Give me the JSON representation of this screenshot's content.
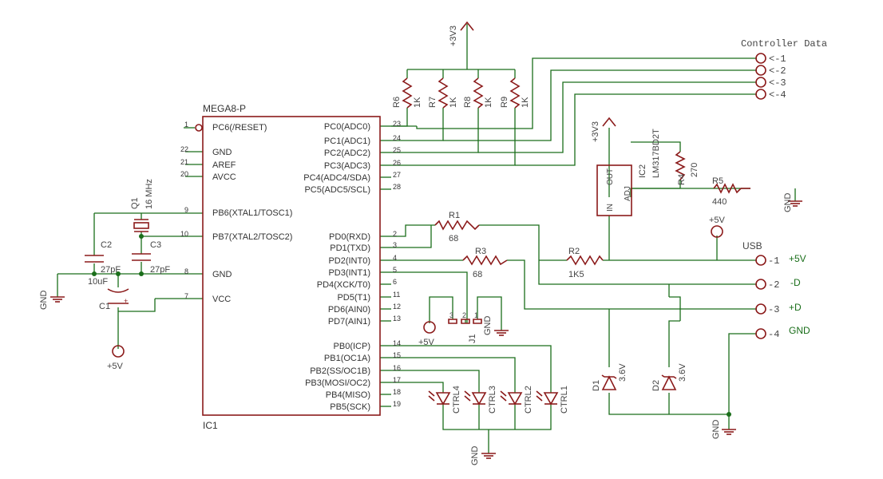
{
  "ic1": {
    "part": "MEGA8-P",
    "name": "IC1",
    "pins_left": [
      {
        "num": "1",
        "name": "PC6(/RESET)"
      },
      {
        "num": "22",
        "name": "GND"
      },
      {
        "num": "21",
        "name": "AREF"
      },
      {
        "num": "20",
        "name": "AVCC"
      },
      {
        "num": "9",
        "name": "PB6(XTAL1/TOSC1)"
      },
      {
        "num": "10",
        "name": "PB7(XTAL2/TOSC2)"
      },
      {
        "num": "8",
        "name": "GND"
      },
      {
        "num": "7",
        "name": "VCC"
      }
    ],
    "pins_right": [
      {
        "num": "23",
        "name": "PC0(ADC0)"
      },
      {
        "num": "24",
        "name": "PC1(ADC1)"
      },
      {
        "num": "25",
        "name": "PC2(ADC2)"
      },
      {
        "num": "26",
        "name": "PC3(ADC3)"
      },
      {
        "num": "27",
        "name": "PC4(ADC4/SDA)"
      },
      {
        "num": "28",
        "name": "PC5(ADC5/SCL)"
      },
      {
        "num": "2",
        "name": "PD0(RXD)"
      },
      {
        "num": "3",
        "name": "PD1(TXD)"
      },
      {
        "num": "4",
        "name": "PD2(INT0)"
      },
      {
        "num": "5",
        "name": "PD3(INT1)"
      },
      {
        "num": "6",
        "name": "PD4(XCK/T0)"
      },
      {
        "num": "11",
        "name": "PD5(T1)"
      },
      {
        "num": "12",
        "name": "PD6(AIN0)"
      },
      {
        "num": "13",
        "name": "PD7(AIN1)"
      },
      {
        "num": "14",
        "name": "PB0(ICP)"
      },
      {
        "num": "15",
        "name": "PB1(OC1A)"
      },
      {
        "num": "16",
        "name": "PB2(SS/OC1B)"
      },
      {
        "num": "17",
        "name": "PB3(MOSI/OC2)"
      },
      {
        "num": "18",
        "name": "PB4(MISO)"
      },
      {
        "num": "19",
        "name": "PB5(SCK)"
      }
    ]
  },
  "pullups": {
    "supply": "+3V3",
    "resistors": [
      {
        "name": "R6",
        "value": "1K"
      },
      {
        "name": "R7",
        "value": "1K"
      },
      {
        "name": "R8",
        "value": "1K"
      },
      {
        "name": "R9",
        "value": "1K"
      }
    ]
  },
  "controller": {
    "title": "Controller Data",
    "pins": [
      "<-1",
      "<-2",
      "<-3",
      "<-4"
    ]
  },
  "regulator": {
    "supply": "+3V3",
    "name": "IC2",
    "part": "LM317BD2T",
    "pin_out": "OUT",
    "pin_adj": "ADJ",
    "pin_in": "IN",
    "r4": {
      "name": "R4",
      "value": "270"
    },
    "r5": {
      "name": "R5",
      "value": "440"
    },
    "gnd": "GND"
  },
  "crystal": {
    "q1": "Q1",
    "freq": "16 MHz",
    "c2": {
      "name": "C2",
      "value": "27pF"
    },
    "c3": {
      "name": "C3",
      "value": "27pF"
    },
    "c1": {
      "name": "C1",
      "value": "10uF"
    },
    "gnd": "GND",
    "vcc": "+5V"
  },
  "usb_side": {
    "r1": {
      "name": "R1",
      "value": "68"
    },
    "r3": {
      "name": "R3",
      "value": "68"
    },
    "r2": {
      "name": "R2",
      "value": "1K5"
    },
    "supply": "+5V",
    "usb": "USB",
    "pins": [
      "-1",
      "-2",
      "-3",
      "-4"
    ],
    "signals": [
      "+5V",
      "-D",
      "+D",
      "GND"
    ],
    "d1": {
      "name": "D1",
      "value": "3.6V"
    },
    "d2": {
      "name": "D2",
      "value": "3.6V"
    },
    "gnd": "GND"
  },
  "jumper": {
    "name": "J1",
    "pins": [
      "3",
      "2",
      "1"
    ],
    "supply": "+5V",
    "gnd": "GND"
  },
  "leds": {
    "names": [
      "CTRL4",
      "CTRL3",
      "CTRL2",
      "CTRL1"
    ],
    "gnd": "GND"
  },
  "colors": {
    "symbol": "#8b1a1a",
    "net": "#1a6e1a",
    "label": "#555555",
    "junction": "#1a6e1a"
  }
}
